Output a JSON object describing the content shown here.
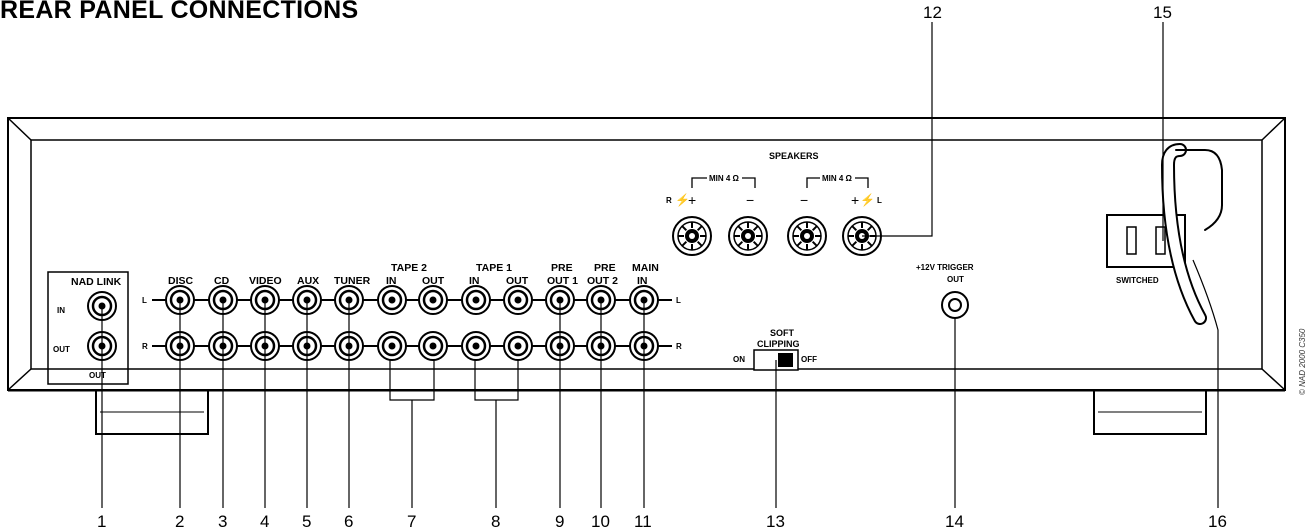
{
  "title": "REAR PANEL CONNECTIONS",
  "nad_link": {
    "label": "NAD LINK",
    "in": "IN",
    "out_left": "OUT",
    "out_bottom": "OUT"
  },
  "channel": {
    "left": "L",
    "right": "R"
  },
  "inputs": {
    "disc": "DISC",
    "cd": "CD",
    "video": "VIDEO",
    "aux": "AUX",
    "tuner": "TUNER",
    "tape2": "TAPE 2",
    "tape1": "TAPE 1",
    "in": "IN",
    "out": "OUT",
    "pre": "PRE",
    "out1": "OUT 1",
    "out2": "OUT 2",
    "main": "MAIN",
    "main_in": "IN"
  },
  "speakers": {
    "label": "SPEAKERS",
    "min_left": "MIN 4 Ω",
    "min_right": "MIN 4 Ω",
    "r": "R",
    "l": "L",
    "plus": "+",
    "minus": "−"
  },
  "soft_clipping": {
    "line1": "SOFT",
    "line2": "CLIPPING",
    "on": "ON",
    "off": "OFF"
  },
  "trigger": {
    "line1": "+12V TRIGGER",
    "line2": "OUT"
  },
  "power": {
    "switched": "SWITCHED"
  },
  "copyright": "© NAD 2000 C350",
  "callouts": [
    "1",
    "2",
    "3",
    "4",
    "5",
    "6",
    "7",
    "8",
    "9",
    "10",
    "11",
    "12",
    "13",
    "14",
    "15",
    "16"
  ]
}
